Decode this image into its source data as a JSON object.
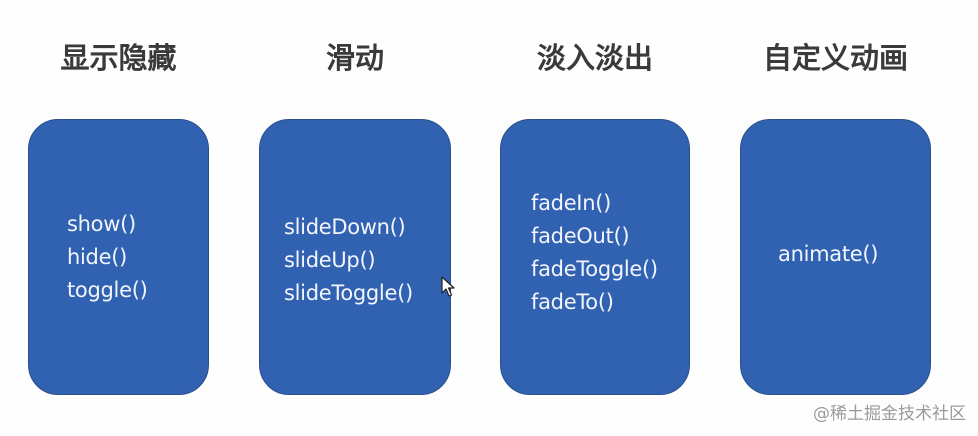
{
  "colors": {
    "background": "#fdfefd",
    "card_fill": "#3162b2",
    "card_border": "#2a4f8c",
    "title_text": "#3a3a3a",
    "method_text": "#f2f5fb",
    "watermark_text": "#9a9a9a"
  },
  "columns": [
    {
      "title": "显示隐藏",
      "methods": [
        "show()",
        "hide()",
        "toggle()"
      ]
    },
    {
      "title": "滑动",
      "methods": [
        "slideDown()",
        "slideUp()",
        "slideToggle()"
      ]
    },
    {
      "title": "淡入淡出",
      "methods": [
        "fadeIn()",
        "fadeOut()",
        "fadeToggle()",
        "fadeTo()"
      ]
    },
    {
      "title": "自定义动画",
      "methods": [
        "animate()"
      ]
    }
  ],
  "cursor": {
    "icon": "mouse-pointer-icon"
  },
  "watermark": "@稀土掘金技术社区"
}
